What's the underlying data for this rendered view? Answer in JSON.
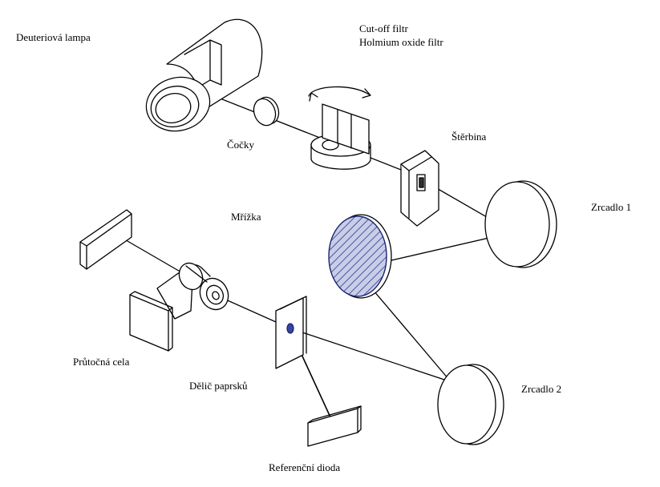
{
  "diagram": {
    "labels": {
      "lamp": "Deuteriová lampa",
      "filter_line1": "Cut-off filtr",
      "filter_line2": "Holmium oxide filtr",
      "lenses": "Čočky",
      "slit": "Štěrbina",
      "mirror1": "Zrcadlo 1",
      "grating": "Mřížka",
      "flow_cell": "Průtočná cela",
      "beam_splitter": "Dělič paprsků",
      "mirror2": "Zrcadlo 2",
      "reference_diode": "Referenční dioda"
    },
    "colors": {
      "line": "#000000",
      "background": "#ffffff",
      "grating_fill": "#c8cde8",
      "grating_hatch": "#2c3a86"
    }
  }
}
